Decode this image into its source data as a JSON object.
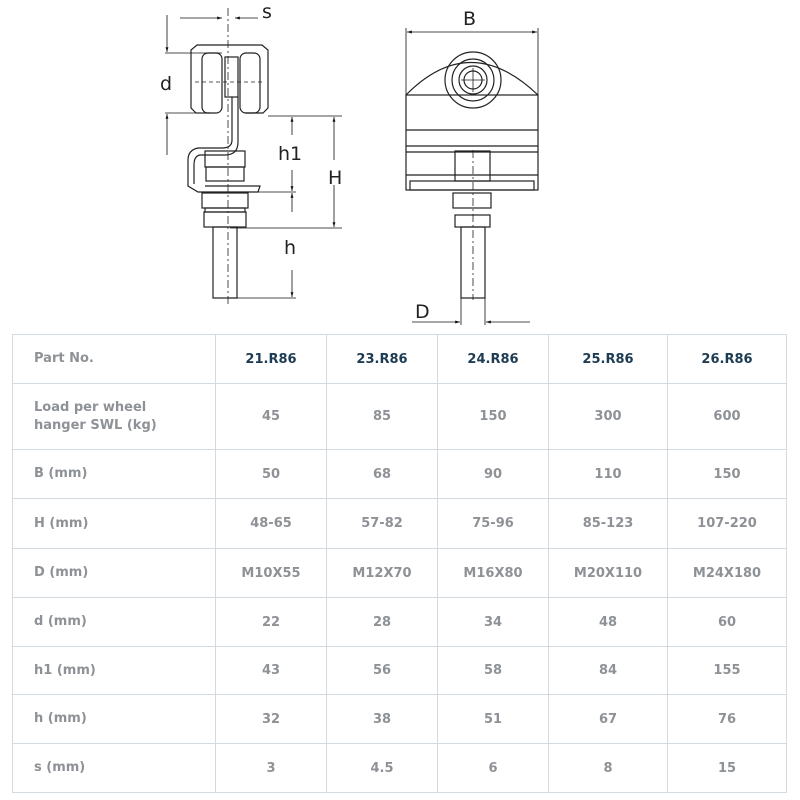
{
  "drawing": {
    "dimension_labels": {
      "s": "s",
      "d": "d",
      "h1": "h1",
      "H": "H",
      "h": "h",
      "B": "B",
      "D": "D"
    }
  },
  "table": {
    "header": {
      "label": "Part No.",
      "parts": [
        "21.R86",
        "23.R86",
        "24.R86",
        "25.R86",
        "26.R86"
      ]
    },
    "rows": [
      {
        "label": "Load per wheel hanger SWL (kg)",
        "values": [
          "45",
          "85",
          "150",
          "300",
          "600"
        ]
      },
      {
        "label": "B (mm)",
        "values": [
          "50",
          "68",
          "90",
          "110",
          "150"
        ]
      },
      {
        "label": "H (mm)",
        "values": [
          "48-65",
          "57-82",
          "75-96",
          "85-123",
          "107-220"
        ]
      },
      {
        "label": "D (mm)",
        "values": [
          "M10X55",
          "M12X70",
          "M16X80",
          "M20X110",
          "M24X180"
        ]
      },
      {
        "label": "d (mm)",
        "values": [
          "22",
          "28",
          "34",
          "48",
          "60"
        ]
      },
      {
        "label": "h1 (mm)",
        "values": [
          "43",
          "56",
          "58",
          "84",
          "155"
        ]
      },
      {
        "label": "h (mm)",
        "values": [
          "32",
          "38",
          "51",
          "67",
          "76"
        ]
      },
      {
        "label": "s (mm)",
        "values": [
          "3",
          "4.5",
          "6",
          "8",
          "15"
        ]
      }
    ]
  }
}
